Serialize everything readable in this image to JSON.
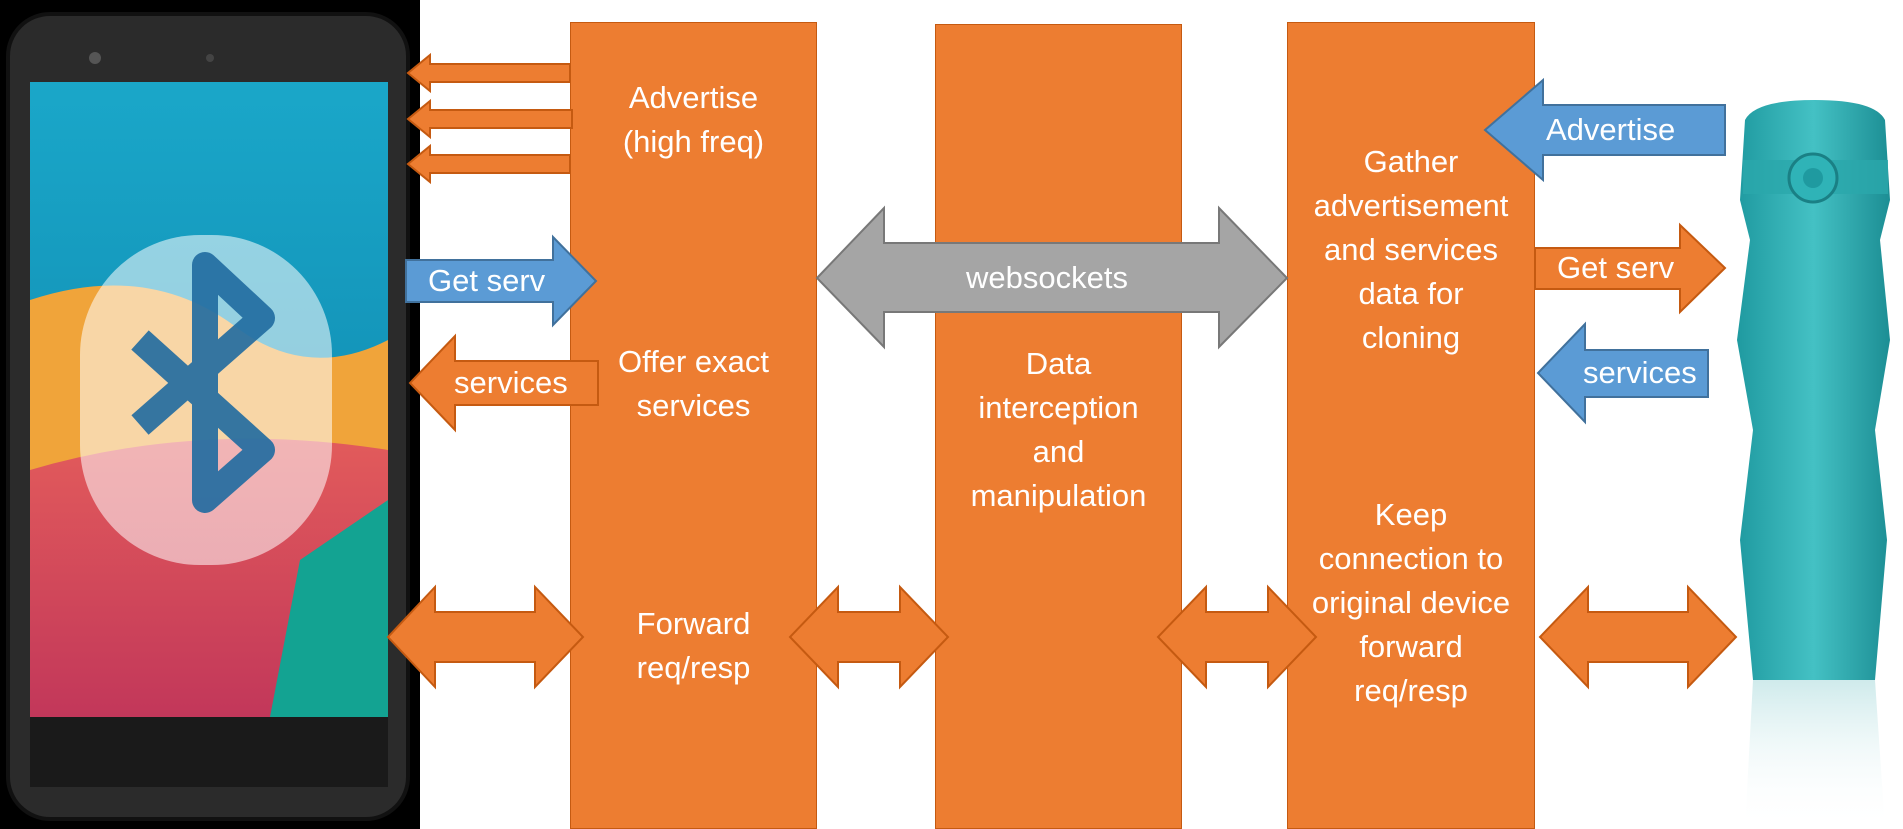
{
  "colors": {
    "orange": "#ed7d31",
    "orange_border": "#c55a11",
    "blue": "#5b9bd5",
    "blue_border": "#41719c",
    "gray": "#a5a5a5",
    "gray_border": "#787878",
    "text": "#ffffff"
  },
  "images": {
    "phone": "smartphone-with-bluetooth-logo",
    "device": "teal-smart-water-bottle"
  },
  "box_advertise": {
    "advertise": "Advertise\n(high freq)",
    "offer": "Offer exact\nservices",
    "forward": "Forward\nreq/resp"
  },
  "box_middle": {
    "text": "Data\ninterception\nand\nmanipulation"
  },
  "box_gather": {
    "gather": "Gather\nadvertisement\nand services\ndata for\ncloning",
    "keep": "Keep\nconnection to\noriginal device\nforward\nreq/resp"
  },
  "arrows": {
    "get_serv_left": "Get serv",
    "services_left": "services",
    "websockets": "websockets",
    "advertise_right": "Advertise",
    "get_serv_right": "Get serv",
    "services_right": "services"
  }
}
